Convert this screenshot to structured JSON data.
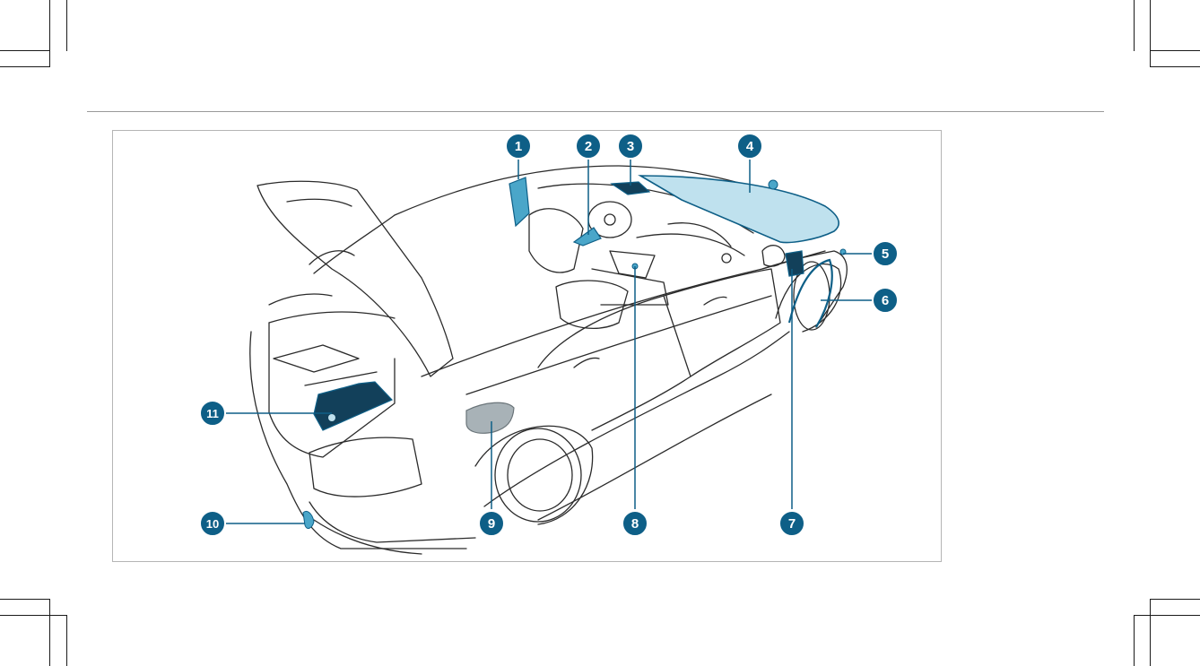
{
  "colors": {
    "callout": "#0e5f87",
    "callout_ring": "#ffffff",
    "highlight": "#4aa6c9",
    "highlight_light": "#bfe1ee",
    "highlight_dark": "#12405a",
    "line": "#0e5f87"
  },
  "callouts": [
    {
      "label": "1"
    },
    {
      "label": "2"
    },
    {
      "label": "3"
    },
    {
      "label": "4"
    },
    {
      "label": "5"
    },
    {
      "label": "6"
    },
    {
      "label": "7"
    },
    {
      "label": "8"
    },
    {
      "label": "9"
    },
    {
      "label": "10"
    },
    {
      "label": "11"
    }
  ]
}
